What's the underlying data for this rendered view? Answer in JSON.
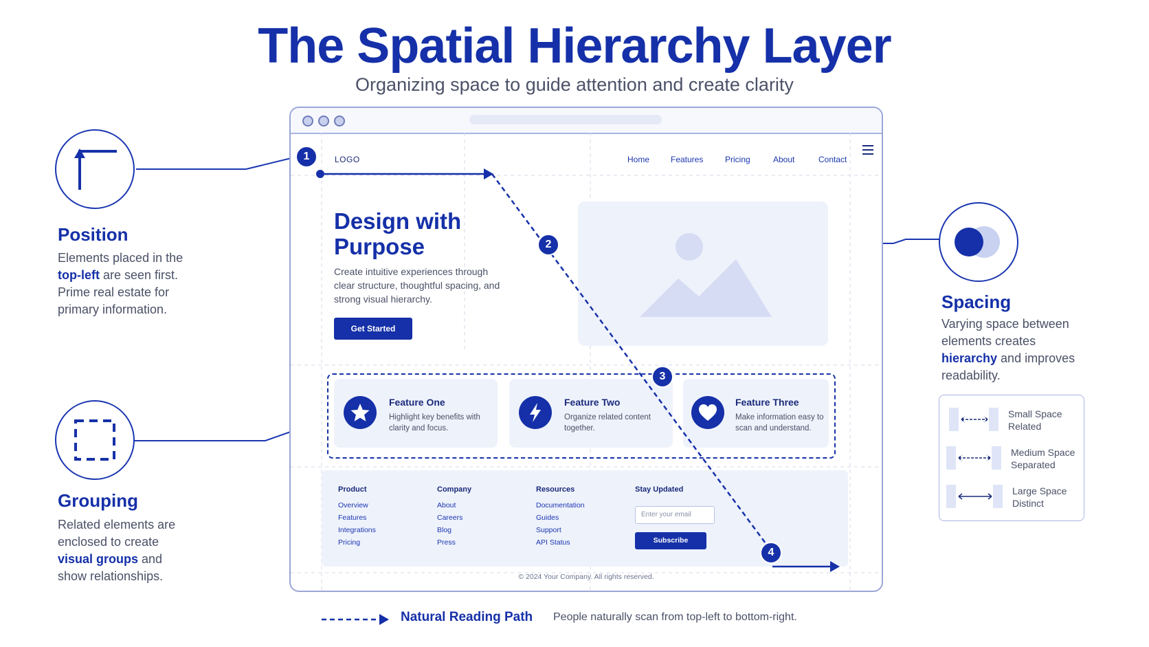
{
  "header": {
    "title": "The Spatial Hierarchy Layer",
    "subtitle": "Organizing space to guide attention and create clarity"
  },
  "annotations": {
    "position": {
      "icon": "corner-arrow-icon",
      "heading": "Position",
      "line1": "Elements placed in the",
      "highlight": "top-left",
      "line2_rest": " are seen first.",
      "line3": "Prime real estate for",
      "line4": "primary information."
    },
    "grouping": {
      "icon": "dashed-square-icon",
      "heading": "Grouping",
      "line1": "Related elements are",
      "line2": "enclosed to create",
      "highlight": "visual groups",
      "line3_rest": " and",
      "line4": "show relationships."
    },
    "spacing": {
      "icon": "overlapping-circles-icon",
      "heading": "Spacing",
      "line1": "Varying space between",
      "line2": "elements creates",
      "highlight": "hierarchy",
      "line3_rest": " and improves",
      "line4": "readability.",
      "legend": [
        {
          "line1": "Small Space",
          "line2": "Related"
        },
        {
          "line1": "Medium Space",
          "line2": "Separated"
        },
        {
          "line1": "Large Space",
          "line2": "Distinct"
        }
      ]
    }
  },
  "mockup": {
    "logo": "LOGO",
    "nav": [
      "Home",
      "Features",
      "Pricing",
      "About",
      "Contact"
    ],
    "menu_icon": "hamburger-icon",
    "hero": {
      "title": "Design with Purpose",
      "text": "Create intuitive experiences through clear structure, thoughtful spacing, and strong visual hierarchy.",
      "cta": "Get Started",
      "image_icon": "image-placeholder-icon"
    },
    "features": [
      {
        "icon": "star-icon",
        "title": "Feature One",
        "text": "Highlight key benefits with clarity and focus."
      },
      {
        "icon": "lightning-icon",
        "title": "Feature Two",
        "text": "Organize related content together."
      },
      {
        "icon": "heart-icon",
        "title": "Feature Three",
        "text": "Make information easy to scan and understand."
      }
    ],
    "footer": {
      "columns": [
        {
          "heading": "Product",
          "links": [
            "Overview",
            "Features",
            "Integrations",
            "Pricing"
          ]
        },
        {
          "heading": "Company",
          "links": [
            "About",
            "Careers",
            "Blog",
            "Press"
          ]
        },
        {
          "heading": "Resources",
          "links": [
            "Documentation",
            "Guides",
            "Support",
            "API Status"
          ]
        }
      ],
      "newsletter_heading": "Stay Updated",
      "email_placeholder": "Enter your email",
      "subscribe": "Subscribe",
      "copyright": "© 2024 Your Company. All rights reserved."
    },
    "steps": [
      "1",
      "2",
      "3",
      "4"
    ]
  },
  "legend": {
    "label": "Natural Reading Path",
    "text": "People naturally scan from top-left to bottom-right."
  },
  "colors": {
    "accent": "#1530a8",
    "muted_text": "#4a5066",
    "panel": "#eef2fb"
  }
}
